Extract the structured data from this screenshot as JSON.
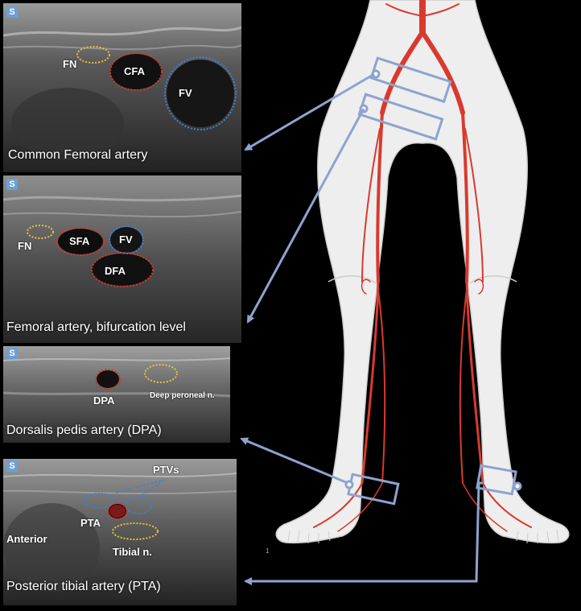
{
  "panels": [
    {
      "caption": "Common Femoral artery",
      "labels": {
        "fn": "FN",
        "cfa": "CFA",
        "fv": "FV"
      }
    },
    {
      "caption": "Femoral artery, bifurcation level",
      "labels": {
        "fn": "FN",
        "sfa": "SFA",
        "fv": "FV",
        "dfa": "DFA"
      }
    },
    {
      "caption": "Dorsalis pedis artery (DPA)",
      "labels": {
        "dpa": "DPA",
        "dpn": "Deep peroneal n."
      }
    },
    {
      "caption": "Posterior tibial artery (PTA)",
      "labels": {
        "ptvs": "PTVs",
        "pta": "PTA",
        "anterior": "Anterior",
        "tibial": "Tibial n."
      }
    }
  ],
  "scale_mark": "1",
  "colors": {
    "artery_outline": "#d9342b",
    "vein_outline": "#3f7fd0",
    "nerve_outline": "#e8c13a",
    "artery_fill": "#d93a2e",
    "skin": "#eeeeee",
    "probe": "#8ea3cf",
    "arrow": "#8ea3cf",
    "background": "#000000"
  }
}
